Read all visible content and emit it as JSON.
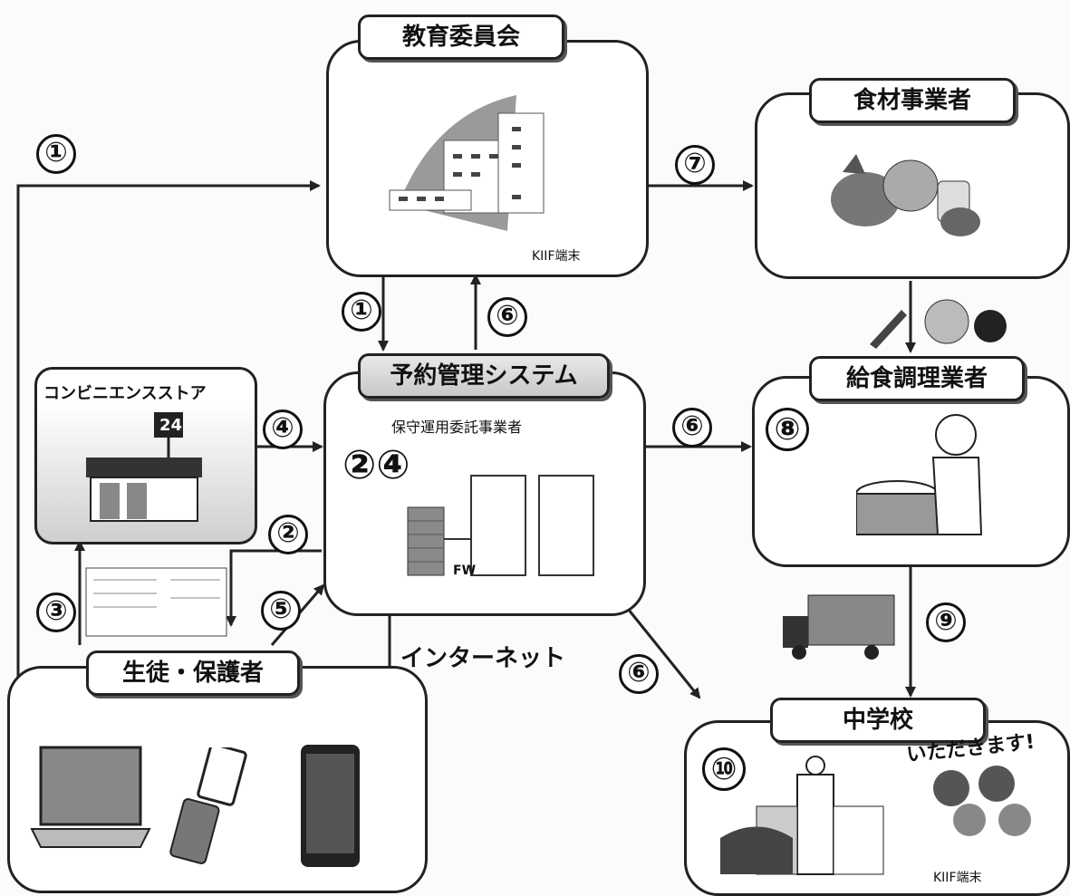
{
  "nodes": {
    "board": {
      "title": "教育委員会",
      "sub": "KIIF端末"
    },
    "food_supplier": {
      "title": "食材事業者"
    },
    "reservation": {
      "title": "予約管理システム",
      "sub": "保守運用委託事業者",
      "steps": "②④",
      "fw": "FW"
    },
    "convenience": {
      "title": "コンビニエンスストア",
      "sign": "24"
    },
    "caterer": {
      "title": "給食調理業者",
      "step": "⑧"
    },
    "students": {
      "title": "生徒・保護者"
    },
    "school": {
      "title": "中学校",
      "step": "⑩",
      "sub": "KIIF端末",
      "speech": "いただきます!"
    }
  },
  "internet_label": "インターネット",
  "edges": {
    "e1_top": "①",
    "e1_mid": "①",
    "e6_up": "⑥",
    "e7": "⑦",
    "e4": "④",
    "e6_right": "⑥",
    "e2": "②",
    "e3": "③",
    "e5": "⑤",
    "e6_down": "⑥",
    "e9": "⑨"
  }
}
